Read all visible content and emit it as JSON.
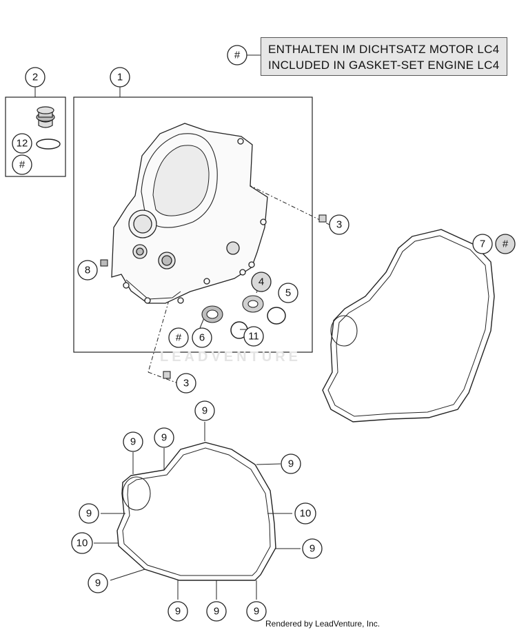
{
  "legend": {
    "symbol": "#",
    "line_de": "ENTHALTEN IM DICHTSATZ MOTOR LC4",
    "line_en": "INCLUDED IN GASKET-SET ENGINE LC4"
  },
  "callouts": [
    {
      "id": "c1",
      "label": "1"
    },
    {
      "id": "c2",
      "label": "2"
    },
    {
      "id": "c12",
      "label": "12"
    },
    {
      "id": "c2h",
      "label": "#"
    },
    {
      "id": "c3a",
      "label": "3"
    },
    {
      "id": "c3b",
      "label": "3"
    },
    {
      "id": "c4",
      "label": "4"
    },
    {
      "id": "c5",
      "label": "5"
    },
    {
      "id": "c6h",
      "label": "#"
    },
    {
      "id": "c6",
      "label": "6"
    },
    {
      "id": "c7",
      "label": "7"
    },
    {
      "id": "c7h",
      "label": "#"
    },
    {
      "id": "c8",
      "label": "8"
    },
    {
      "id": "c11",
      "label": "11"
    },
    {
      "id": "g9a",
      "label": "9"
    },
    {
      "id": "g9b",
      "label": "9"
    },
    {
      "id": "g9c",
      "label": "9"
    },
    {
      "id": "g9d",
      "label": "9"
    },
    {
      "id": "g9e",
      "label": "9"
    },
    {
      "id": "g9f",
      "label": "9"
    },
    {
      "id": "g9g",
      "label": "9"
    },
    {
      "id": "g9h",
      "label": "9"
    },
    {
      "id": "g9i",
      "label": "9"
    },
    {
      "id": "g9j",
      "label": "9"
    },
    {
      "id": "g10a",
      "label": "10"
    },
    {
      "id": "g10b",
      "label": "10"
    }
  ],
  "watermark": "LEADVENTURE",
  "footer": "Rendered by LeadVenture, Inc."
}
